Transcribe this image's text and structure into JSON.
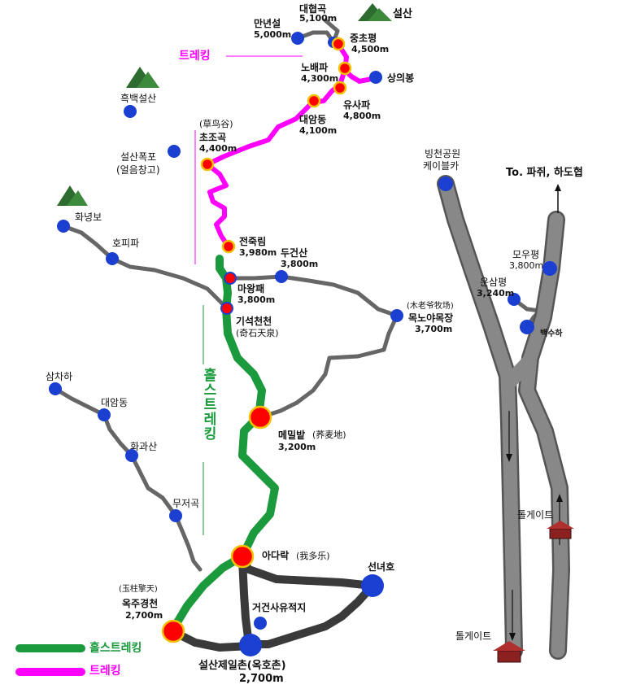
{
  "colors": {
    "trekking": "#ff00ff",
    "whole_trekking": "#1a9a3c",
    "road": "#666666",
    "dark_road": "#3a3a3a",
    "major_stop": "#ff0000",
    "minor_stop": "#1a3fd1",
    "stop_ring": "#f2c200"
  },
  "labels": {
    "seolsan": "설산",
    "daehyeopgok": "대협곡",
    "daehyeopgok_alt": "5,100m",
    "mannyeonseol": "만년설",
    "mannyeonseol_alt": "5,000m",
    "jungchopyeong": "중초평",
    "jungchopyeong_alt": "4,500m",
    "trekking_title": "트레킹",
    "nobaepa": "노배파",
    "nobaepa_alt": "4,300m",
    "sanguibong": "상의봉",
    "heukbaekseolsan": "흑백설산",
    "yusapa": "유사파",
    "yusapa_alt": "4,800m",
    "daeamdong_top": "대암동",
    "daeamdong_top_alt": "4,100m",
    "chojogok_cn": "(草鸟谷)",
    "chojogok": "초조곡",
    "chojogok_alt": "4,400m",
    "seolsanpokpo": "설산폭포",
    "eoreumchanggo": "(얼음창고)",
    "bingcheon_park": "빙천공원",
    "cablecar": "케이블카",
    "to_direction": "To. 파쥐, 하도협",
    "hwanyeongbo": "화녕보",
    "hopipa": "호피파",
    "jeonjukrim": "전죽림",
    "jeonjukrim_alt": "3,980m",
    "dugeonsan": "두건산",
    "dugeonsan_alt": "3,800m",
    "mowoopyeong": "모우평",
    "mowoopyeong_alt": "3,800m",
    "mawangpae": "마왕패",
    "mawangpae_alt": "3,800m",
    "unsampyeong": "운삼평",
    "unsampyeong_alt": "3,240m",
    "moknoa_cn": "(木老爷牧场)",
    "moknoa": "목노야목장",
    "moknoa_alt": "3,700m",
    "giseokcheoncheon": "기석천천",
    "giseokcheoncheon_cn": "(奇石天泉)",
    "baeksuha": "백수하",
    "whole_trekking_vertical": "홀스트레킹",
    "samchaha": "삼차하",
    "daeamdong": "대암동",
    "memilbat": "메밀밭",
    "memilbat_cn": "(荞麦地)",
    "memilbat_alt": "3,200m",
    "hwagwasan": "화과산",
    "mujeogok": "무저곡",
    "tollgate_upper": "톨게이트",
    "adarak": "아다락",
    "adarak_cn": "(我多乐)",
    "seonnyeoho": "선녀호",
    "okjugyeongcheon_cn": "(玉柱擎天)",
    "okjugyeongcheon": "옥주경천",
    "okjugyeongcheon_alt": "2,700m",
    "geogeonsa": "거건사유적지",
    "tollgate_lower": "톨게이트",
    "seolsanjeil": "설산제일촌(옥호촌)",
    "seolsanjeil_alt": "2,700m"
  },
  "legend": {
    "whole_trekking": "홀스트레킹",
    "trekking": "트레킹"
  },
  "icons": [
    "mountain-icon",
    "arrow-up-icon",
    "arrow-down-icon",
    "tollgate-icon"
  ]
}
